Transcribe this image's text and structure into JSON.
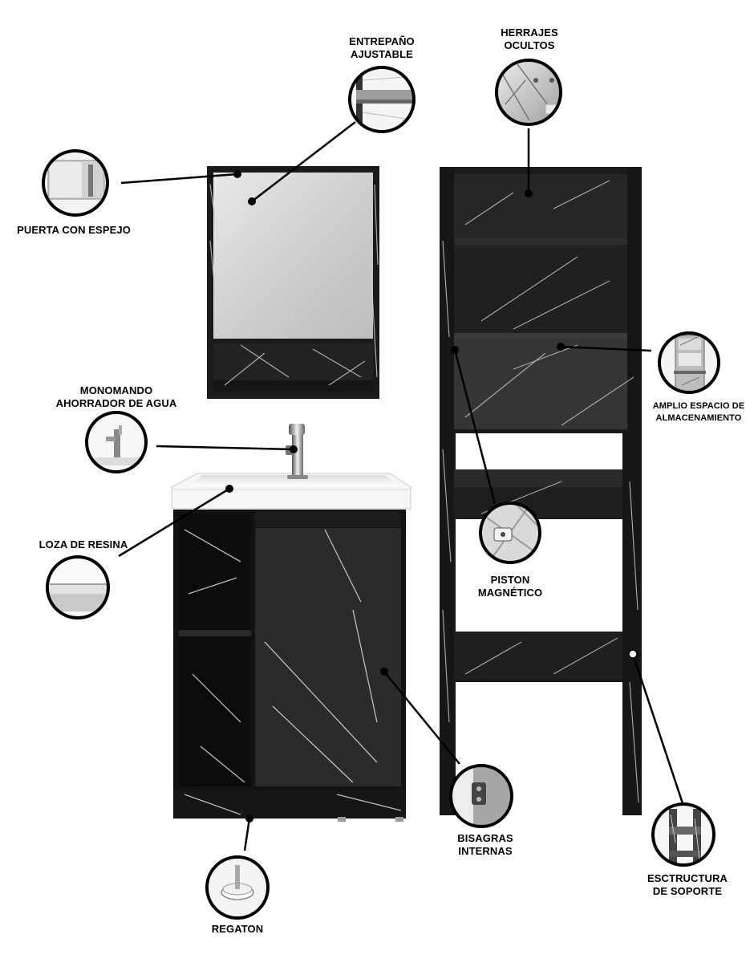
{
  "callouts": {
    "entrepano": {
      "line1": "ENTREPAÑO",
      "line2": "AJUSTABLE"
    },
    "herrajes": {
      "line1": "HERRAJES",
      "line2": "OCULTOS"
    },
    "puerta": {
      "line1": "PUERTA CON ESPEJO"
    },
    "monomando": {
      "line1": "MONOMANDO",
      "line2": "AHORRADOR DE AGUA"
    },
    "loza": {
      "line1": "LOZA DE RESINA"
    },
    "amplio": {
      "line1": "AMPLIO ESPACIO DE",
      "line2": "ALMACENAMIENTO"
    },
    "piston": {
      "line1": "PISTON",
      "line2": "MAGNÉTICO"
    },
    "bisagras": {
      "line1": "BISAGRAS",
      "line2": "INTERNAS"
    },
    "regaton": {
      "line1": "REGATON"
    },
    "estructura": {
      "line1": "ESCTRUCTURA",
      "line2": "DE SOPORTE"
    }
  },
  "colors": {
    "marble": "#1c1c1c",
    "marble_dark": "#111111",
    "vein": "#d9d9d9",
    "mirror": "#d6d6d6",
    "sink": "#f4f4f4",
    "line": "#000000"
  }
}
